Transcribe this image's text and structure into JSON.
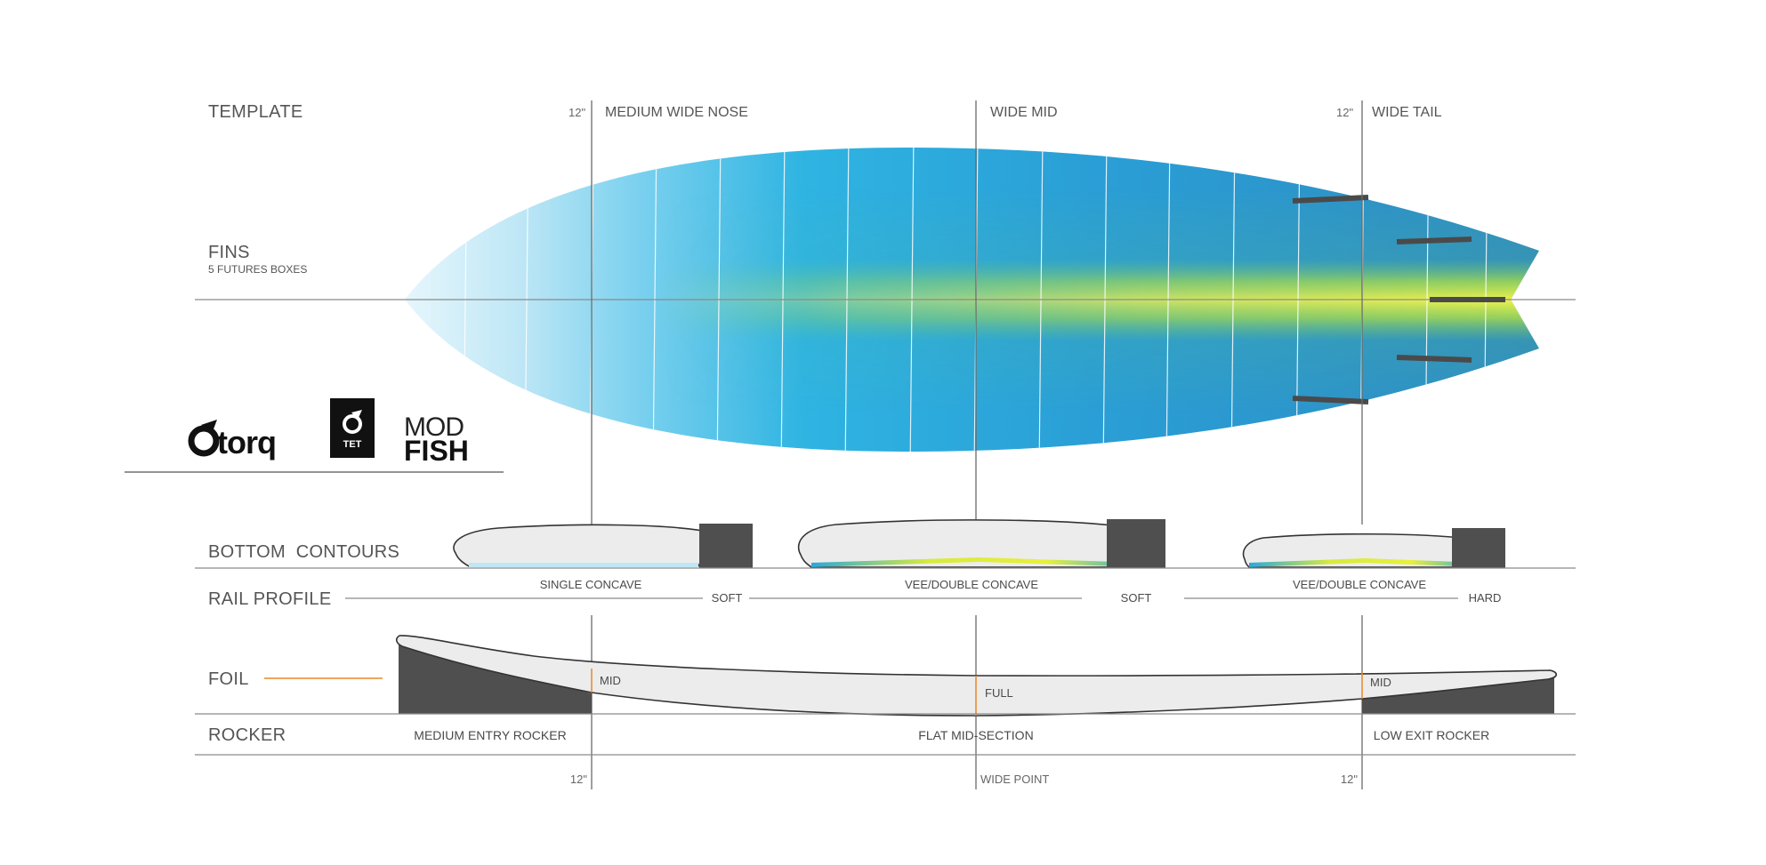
{
  "sections": {
    "template": "TEMPLATE",
    "fins": "FINS",
    "fins_sub": "5 FUTURES BOXES",
    "bottom_contours": "BOTTOM  CONTOURS",
    "rail_profile": "RAIL PROFILE",
    "foil": "FOIL",
    "rocker": "ROCKER"
  },
  "template_zones": {
    "nose": "MEDIUM WIDE NOSE",
    "mid": "WIDE MID",
    "tail": "WIDE TAIL",
    "nose_mark": "12\"",
    "tail_mark": "12\""
  },
  "bottom_contours": [
    "SINGLE CONCAVE",
    "VEE/DOUBLE CONCAVE",
    "VEE/DOUBLE CONCAVE"
  ],
  "rail_profile": [
    "SOFT",
    "SOFT",
    "HARD"
  ],
  "foil": [
    "MID",
    "FULL",
    "MID"
  ],
  "rocker": [
    "MEDIUM ENTRY ROCKER",
    "FLAT MID-SECTION",
    "LOW EXIT ROCKER"
  ],
  "bottom_marks": {
    "left": "12\"",
    "wide_point": "WIDE POINT",
    "right": "12\""
  },
  "logos": {
    "torq": "torq",
    "tet": "TET",
    "model_top": "MOD",
    "model_bottom": "FISH"
  },
  "colors": {
    "nose_blue": "#d6f0fa",
    "deck_blue": "#2aa9dc",
    "deep_blue": "#2b8fc4",
    "stringer_yellow": "#e8f03c",
    "fin_gray": "#4a4a4a",
    "block_gray": "#555555",
    "foil_accent": "#e8872b"
  }
}
